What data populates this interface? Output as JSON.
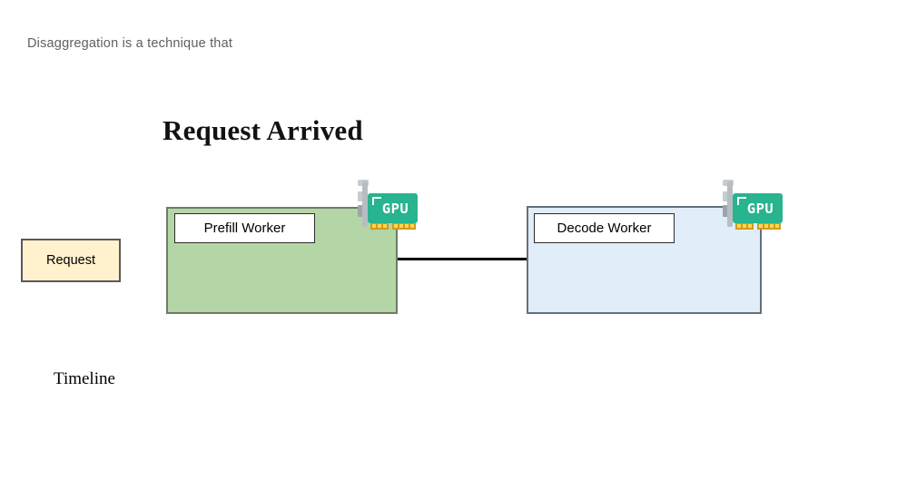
{
  "note": {
    "text": "Disaggregation is a technique that"
  },
  "title": {
    "text": "Request Arrived"
  },
  "request_box": {
    "label": "Request"
  },
  "prefill": {
    "label": "Prefill Worker",
    "gpu_label": "GPU"
  },
  "decode": {
    "label": "Decode Worker",
    "gpu_label": "GPU"
  },
  "timeline": {
    "label": "Timeline"
  },
  "colors": {
    "note-text": "#5E6063",
    "request-fill": "#FFF2CC",
    "request-border": "#595959",
    "prefill-fill": "#B4D5A5",
    "prefill-border": "#6E7C66",
    "decode-fill": "#E1EDF8",
    "decode-border": "#64707A",
    "gpu-card": "#27B48E",
    "gpu-bracket": "#B7BEC2",
    "gpu-pins": "#FFD84F",
    "connector": "#000000"
  }
}
